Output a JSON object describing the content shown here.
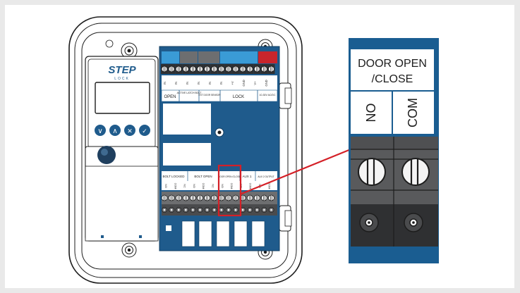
{
  "device": {
    "brand": "STEP",
    "brand_sub": "LOCK",
    "nav_buttons": [
      "∨",
      "∧",
      "✕",
      "✓"
    ]
  },
  "board": {
    "top_pin_labels": [
      "IN",
      "IN",
      "IN",
      "IN",
      "IN",
      "IN",
      "+V",
      "GND",
      "V+",
      "GND"
    ],
    "top_groups": [
      "OPEN",
      "ACTIVE LATCH BOLT",
      "EXT DOOR SENSOR",
      "LOCK",
      "10-30V AC/DC"
    ],
    "bottom_groups": [
      "BOLT LOCKED",
      "BOLT OPEN",
      "DOOR OPEN /CLOSE",
      "AUX 1",
      "AUX 2 OUTPUT"
    ],
    "bottom_pin_labels": [
      "NO",
      "COM",
      "NC",
      "NO",
      "COM",
      "NC",
      "NO",
      "COM",
      "NO",
      "COM",
      "NO",
      "COM"
    ]
  },
  "detail": {
    "title_line1": "DOOR OPEN",
    "title_line2": "/CLOSE",
    "pin_left": "NO",
    "pin_right": "COM"
  },
  "colors": {
    "board_blue": "#1f5b8c",
    "detail_blue": "#1a5d91",
    "highlight_red": "#d42027",
    "terminal_blue": "#3a9bd6",
    "terminal_gray": "#6d6e70",
    "terminal_red": "#c8252c"
  }
}
